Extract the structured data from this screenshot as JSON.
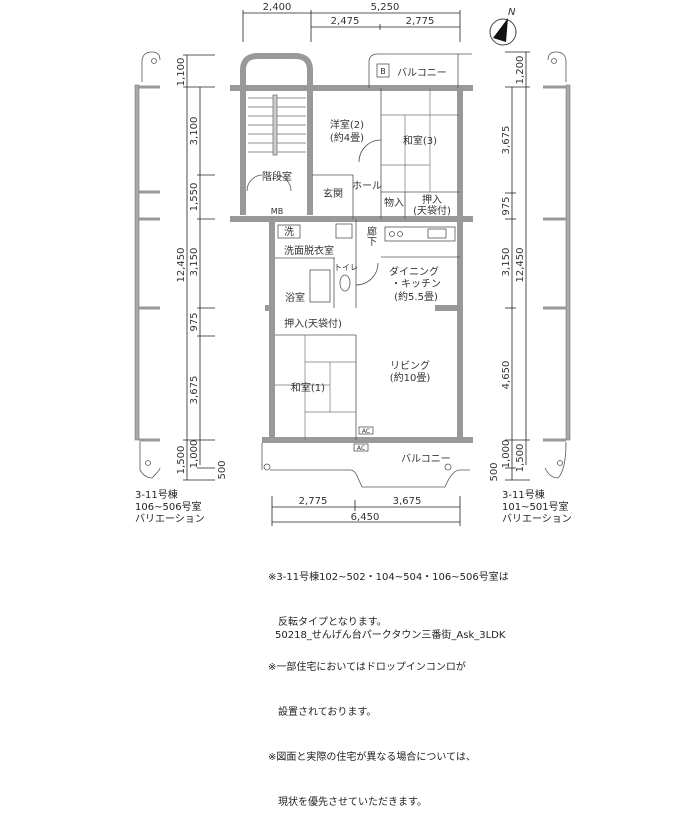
{
  "dimensions": {
    "top": {
      "d1": "2,400",
      "d2": "5,250",
      "d3": "2,475",
      "d4": "2,775"
    },
    "left": {
      "d1": "1,100",
      "d2": "3,100",
      "d3": "1,550",
      "d4": "3,150",
      "d5": "975",
      "d6": "3,675",
      "d7": "1,000",
      "total": "12,450",
      "d8": "1,500",
      "d9": "500"
    },
    "right": {
      "d1": "1,200",
      "d2": "3,675",
      "d3": "975",
      "d4": "3,150",
      "d5": "4,650",
      "d6": "1,000",
      "total": "12,450",
      "d7": "1,500",
      "d8": "500"
    },
    "bottom": {
      "d1": "2,775",
      "d2": "3,675",
      "total": "6,450"
    }
  },
  "compass": {
    "label": "N"
  },
  "rooms": {
    "western2": "洋室(2)",
    "western2_size": "(約4畳)",
    "japanese3": "和室(3)",
    "stairs": "階段室",
    "entrance": "玄関",
    "hall": "ホール",
    "storage": "物入",
    "closet_top": "押入",
    "closet_top_sub": "(天袋付)",
    "mb": "MB",
    "washer": "洗",
    "washroom": "洗面脱衣室",
    "toilet": "トイレ",
    "corridor": "廊下",
    "dining1": "ダイニング",
    "dining2": "・キッチン",
    "dining_size": "(約5.5畳)",
    "bath": "浴室",
    "closet_mid": "押入(天袋付)",
    "living": "リビング",
    "living_size": "(約10畳)",
    "japanese1": "和室(1)",
    "ac1": "AC",
    "ac2": "AC",
    "balcony_bottom": "バルコニー",
    "balcony_top": "バルコニー",
    "b": "B"
  },
  "captions": {
    "left": [
      "3-11号棟",
      "106~506号室",
      "バリエーション"
    ],
    "right": [
      "3-11号棟",
      "101~501号室",
      "バリエーション"
    ]
  },
  "notes": [
    "※3-11号棟102~502・104~504・106~506号室は",
    "　反転タイプとなります。",
    "※一部住宅においてはドロップインコンロが",
    "　設置されております。",
    "※図面と実際の住宅が異なる場合については、",
    "　現状を優先させていただきます。"
  ],
  "footer": "50218_せんげん台パークタウン三番街_Ask_3LDK"
}
